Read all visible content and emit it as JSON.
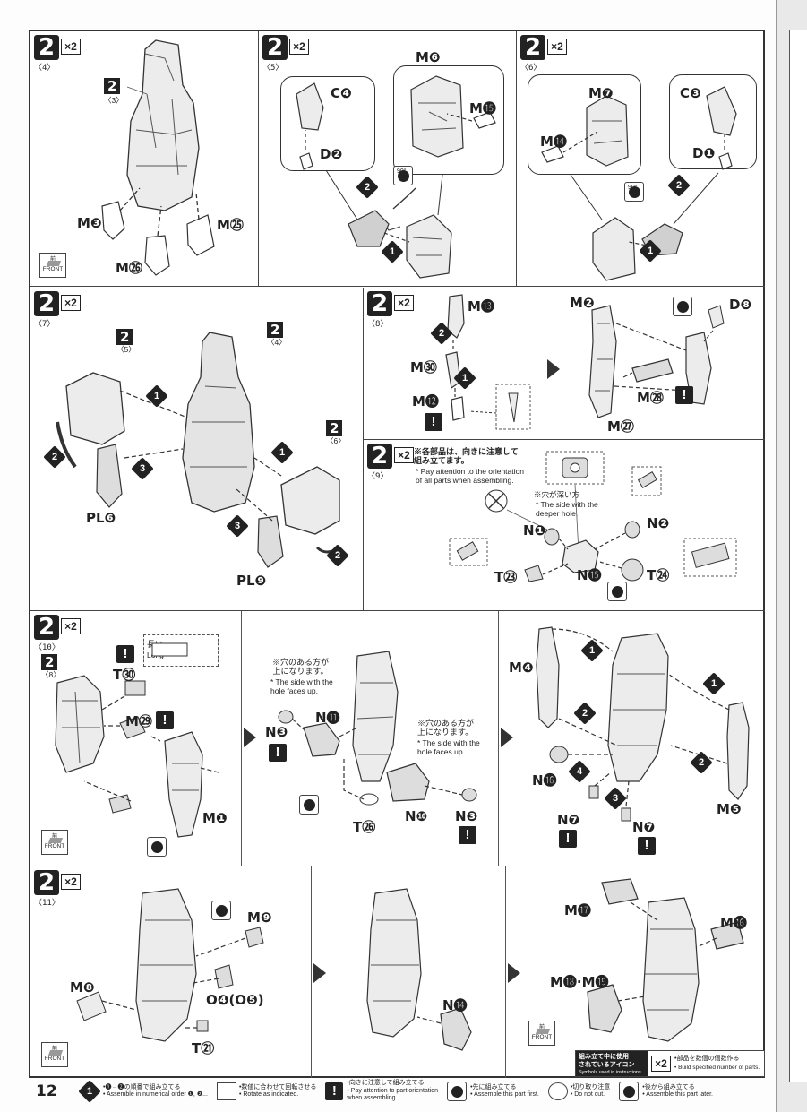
{
  "page": {
    "number": "12"
  },
  "steps": {
    "s4": {
      "num": "2",
      "sub": "〈4〉",
      "mult": "×2",
      "ref": "2",
      "ref_sub": "〈3〉",
      "labels": [
        "M❸",
        "M㉕",
        "M㉖"
      ]
    },
    "s5": {
      "num": "2",
      "sub": "〈5〉",
      "mult": "×2",
      "labels": [
        "C❹",
        "D❷",
        "M❻",
        "M⓯"
      ],
      "rotate": "90°"
    },
    "s6": {
      "num": "2",
      "sub": "〈6〉",
      "mult": "×2",
      "labels": [
        "M❼",
        "C❸",
        "M⓮",
        "D❶"
      ],
      "rotate": "90°"
    },
    "s7": {
      "num": "2",
      "sub": "〈7〉",
      "mult": "×2",
      "ref_a": "2",
      "ref_a_sub": "〈5〉",
      "ref_b": "2",
      "ref_b_sub": "〈4〉",
      "ref_c": "2",
      "ref_c_sub": "〈6〉",
      "labels": [
        "PL❻",
        "PL❾"
      ]
    },
    "s8": {
      "num": "2",
      "sub": "〈8〉",
      "mult": "×2",
      "labels": [
        "M⓭",
        "M㉚",
        "M⓬",
        "M❷",
        "D❽",
        "M㉘",
        "M㉗"
      ]
    },
    "s9": {
      "num": "2",
      "sub": "〈9〉",
      "mult": "×2",
      "note_jp": "※各部品は、向きに注意して\n組み立てます。",
      "note_en": "* Pay attention to the orientation\nof all parts when assembling.",
      "hole_jp": "※穴が深い方",
      "hole_en": "* The side with the\ndeeper hole.",
      "labels": [
        "N❶",
        "N❷",
        "T㉓",
        "N⓯",
        "T㉔"
      ]
    },
    "s10": {
      "num": "2",
      "sub": "〈10〉",
      "mult": "×2",
      "ref": "2",
      "ref_sub": "〈8〉",
      "long_jp": "長い",
      "long_en": "Long",
      "hole_jp": "※穴のある方が\n上になります。",
      "hole_en": "* The side with the\nhole faces up.",
      "hole_jp2": "※穴のある方が\n上になります。",
      "hole_en2": "* The side with the\nhole faces up.",
      "labels": [
        "T㉚",
        "M㉙",
        "M❶",
        "N❸",
        "N⓫",
        "T㉖",
        "N❿",
        "N❸",
        "M❹",
        "M❺",
        "N⓰",
        "N❼",
        "N❼"
      ]
    },
    "s11": {
      "num": "2",
      "sub": "〈11〉",
      "mult": "×2",
      "labels": [
        "M❾",
        "M❽",
        "O❹(O❺)",
        "T㉑",
        "N⓮",
        "M⓱",
        "M⓰",
        "M⓲·M⓳"
      ]
    }
  },
  "front": {
    "jp": "前",
    "en": "FRONT"
  },
  "legend_box": {
    "title_jp": "組み立て中に使用\nされているアイコン",
    "title_en": "Symbols used in instructions",
    "mult": "×2",
    "desc_jp": "•部品を数個の個数作る",
    "desc_en": "• Build specified number of parts."
  },
  "legend": [
    {
      "icon": "step-order-icon",
      "jp": "•❶→❷の順番で組み立てる",
      "en": "• Assemble in numerical order ❶, ❷..."
    },
    {
      "icon": "rotate-icon",
      "jp": "•数値に合わせて回転させる",
      "en": "• Rotate as indicated."
    },
    {
      "icon": "warning-icon",
      "jp": "•向きに注意して組み立てる",
      "en": "• Pay attention to part orientation\nwhen assembling."
    },
    {
      "icon": "assemble-first-icon",
      "jp": "•先に組み立てる",
      "en": "• Assemble this part first."
    },
    {
      "icon": "do-not-cut-icon",
      "jp": "•切り取り注意",
      "en": "• Do not cut."
    },
    {
      "icon": "assemble-later-icon",
      "jp": "•後から組み立てる",
      "en": "• Assemble this part later."
    }
  ]
}
